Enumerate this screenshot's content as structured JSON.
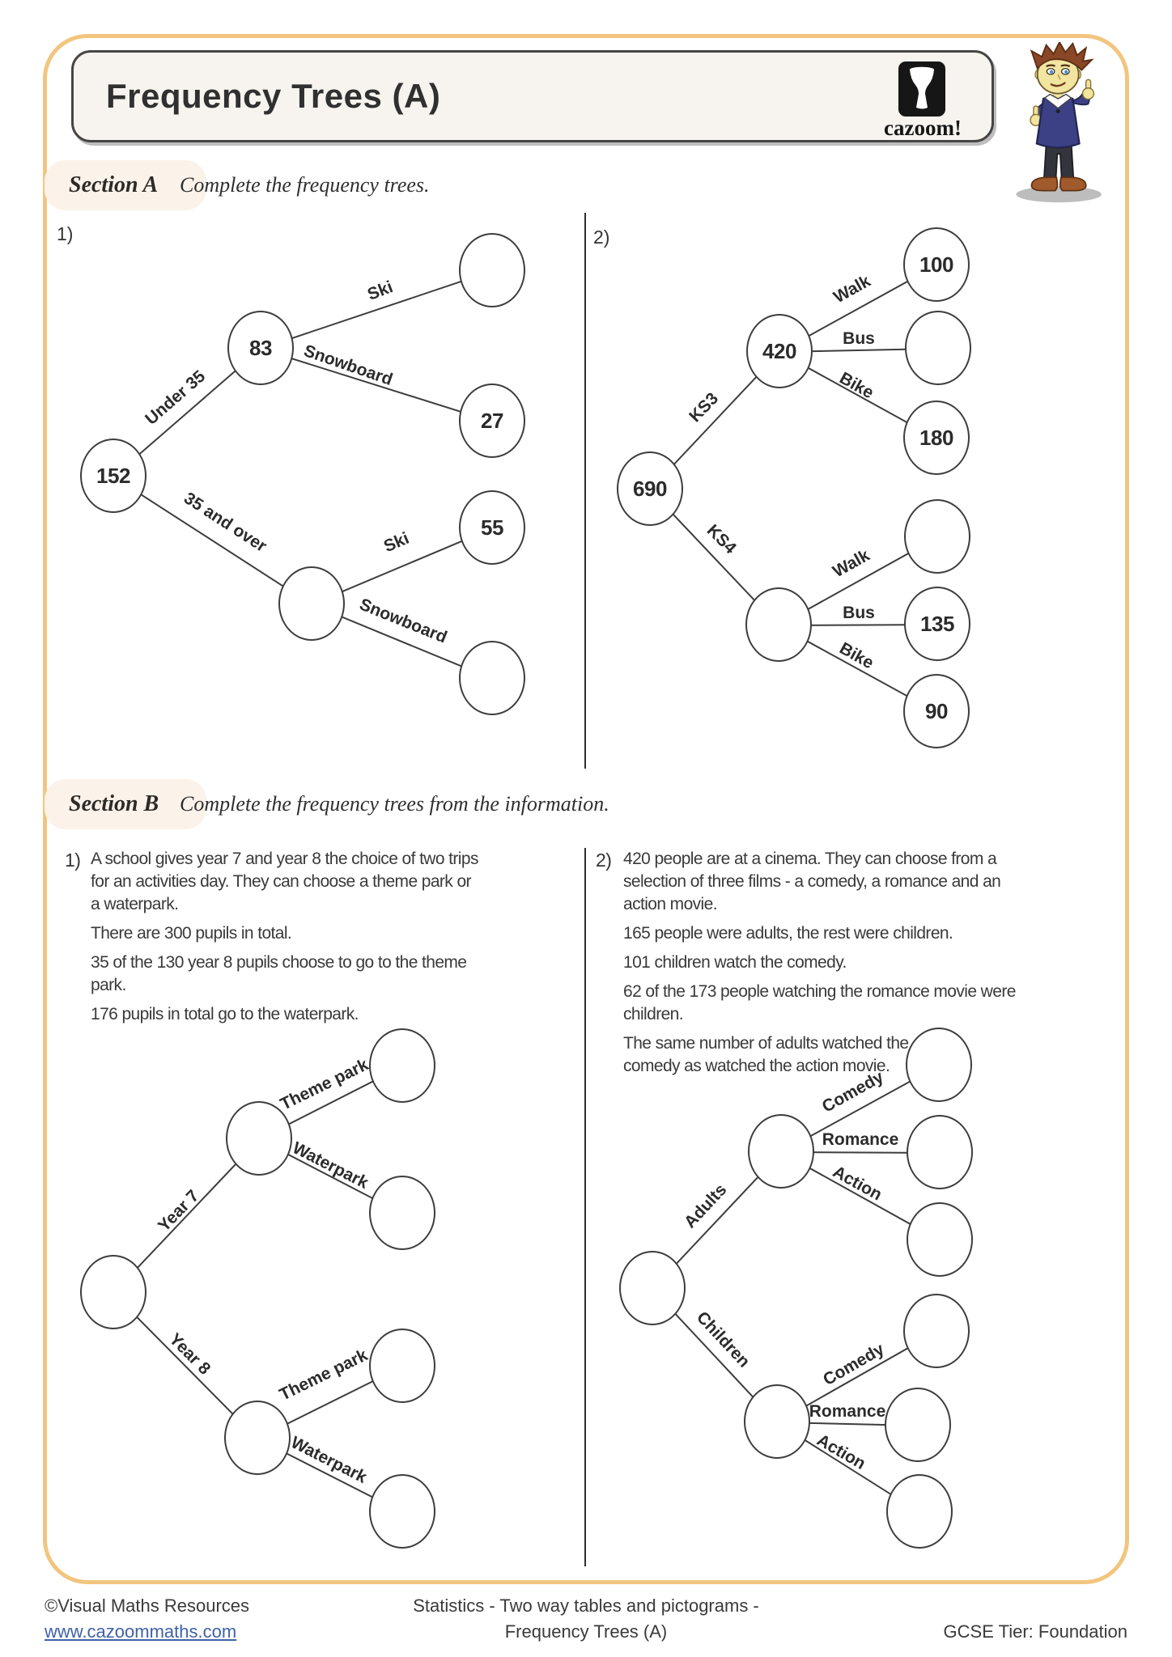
{
  "header": {
    "title": "Frequency Trees (A)",
    "logo_text": "cazoom!"
  },
  "colors": {
    "frame_accent": "#f2c57f",
    "link_blue": "#3f62a7",
    "pill_background": "#fbf3ea",
    "title_box_background": "#f7f4ef",
    "ink": "#2b2b2b"
  },
  "section_a": {
    "label": "Section A",
    "instruction": "Complete the frequency trees.",
    "q1": {
      "number": "1)",
      "nodes": {
        "root": "152",
        "under35": "83",
        "under35_ski": "",
        "under35_snowboard": "27",
        "over35": "",
        "over35_ski": "55",
        "over35_snowboard": ""
      },
      "edges": {
        "under35": "Under 35",
        "over35": "35 and over",
        "under35_ski": "Ski",
        "under35_snowboard": "Snowboard",
        "over35_ski": "Ski",
        "over35_snowboard": "Snowboard"
      }
    },
    "q2": {
      "number": "2)",
      "nodes": {
        "root": "690",
        "ks3": "420",
        "ks3_walk": "100",
        "ks3_bus": "",
        "ks3_bike": "180",
        "ks4": "",
        "ks4_walk": "",
        "ks4_bus": "135",
        "ks4_bike": "90"
      },
      "edges": {
        "ks3": "KS3",
        "ks4": "KS4",
        "ks3_walk": "Walk",
        "ks3_bus": "Bus",
        "ks3_bike": "Bike",
        "ks4_walk": "Walk",
        "ks4_bus": "Bus",
        "ks4_bike": "Bike"
      }
    }
  },
  "section_b": {
    "label": "Section B",
    "instruction": "Complete the frequency trees from the information.",
    "q1": {
      "number": "1)",
      "text": [
        "A school gives year 7 and year 8 the choice of two trips for an activities day. They can choose a theme park or a waterpark.",
        "There are 300 pupils in total.",
        "35 of the 130 year 8 pupils choose to go to the theme park.",
        "176 pupils in total go to the waterpark."
      ],
      "nodes": {
        "root": "",
        "year7": "",
        "year7_theme": "",
        "year7_water": "",
        "year8": "",
        "year8_theme": "",
        "year8_water": ""
      },
      "edges": {
        "year7": "Year 7",
        "year8": "Year 8",
        "year7_theme": "Theme park",
        "year7_water": "Waterpark",
        "year8_theme": "Theme park",
        "year8_water": "Waterpark"
      }
    },
    "q2": {
      "number": "2)",
      "text": [
        "420 people are at a cinema. They can choose from a selection of three films - a comedy, a romance and an action movie.",
        "165 people were adults, the rest were children.",
        "101 children watch the comedy.",
        "62 of the 173 people watching the romance movie were children.",
        "The same number of adults watched the comedy as watched the action movie."
      ],
      "nodes": {
        "root": "",
        "adults": "",
        "adults_comedy": "",
        "adults_romance": "",
        "adults_action": "",
        "children": "",
        "children_comedy": "",
        "children_romance": "",
        "children_action": ""
      },
      "edges": {
        "adults": "Adults",
        "children": "Children",
        "adults_comedy": "Comedy",
        "adults_romance": "Romance",
        "adults_action": "Action",
        "children_comedy": "Comedy",
        "children_romance": "Romance",
        "children_action": "Action"
      }
    }
  },
  "footer": {
    "copyright": "©Visual Maths Resources",
    "website": "www.cazoommaths.com",
    "topic_line1": "Statistics - Two way tables and pictograms -",
    "topic_line2": "Frequency Trees (A)",
    "tier": "GCSE Tier: Foundation"
  }
}
